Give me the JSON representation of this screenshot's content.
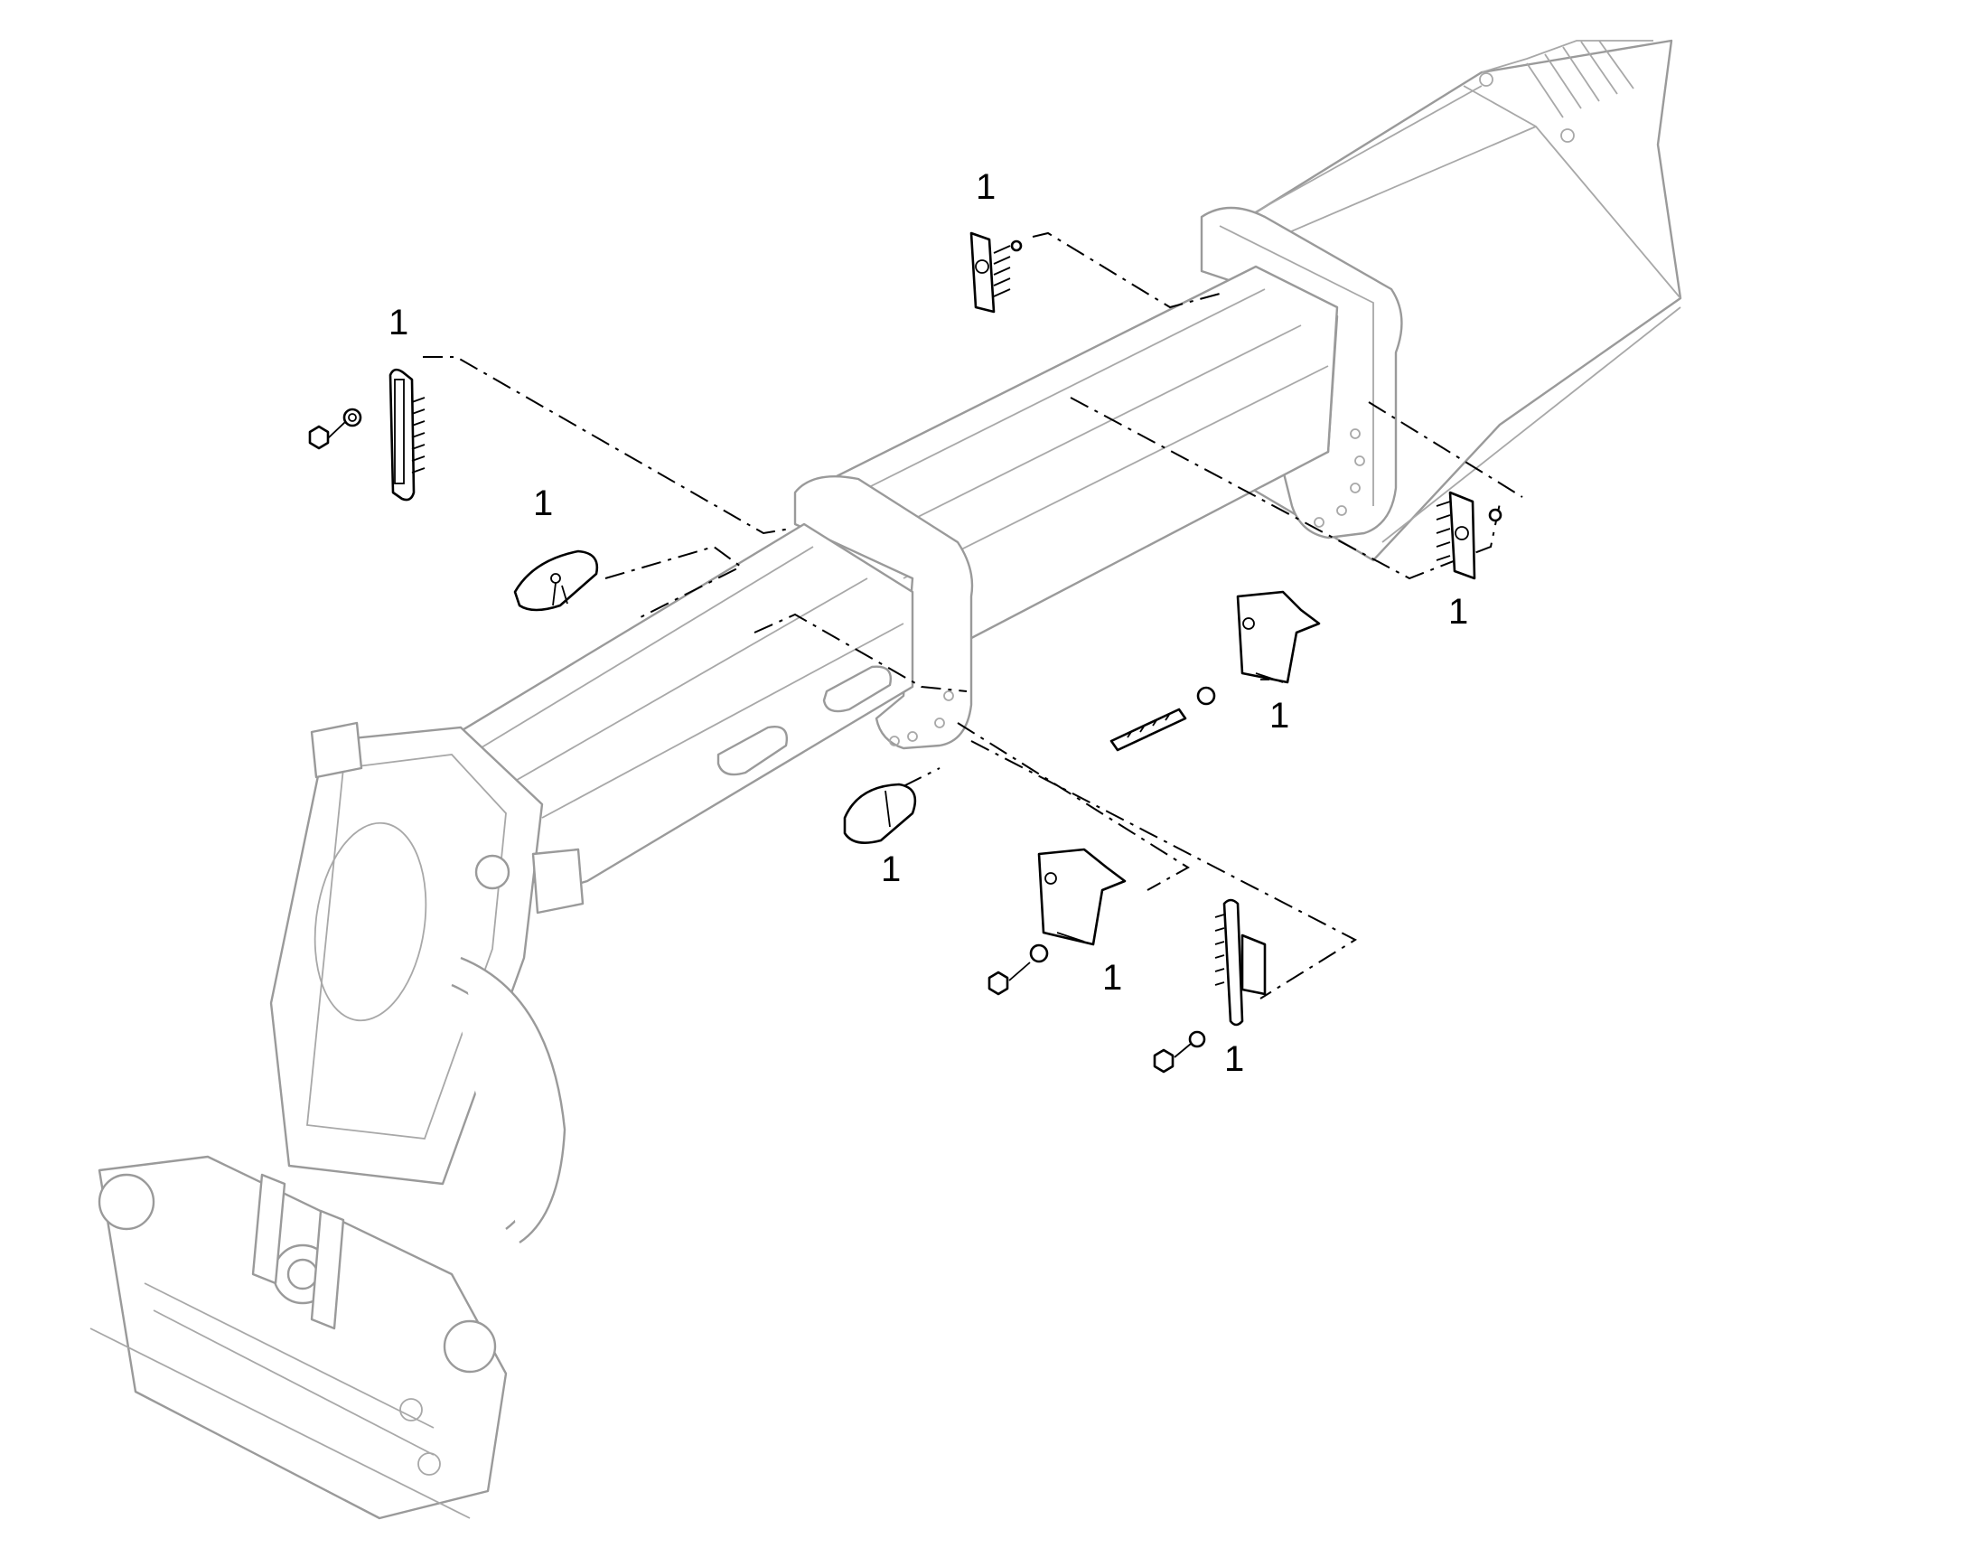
{
  "diagram": {
    "callouts": [
      {
        "id": "c1",
        "text": "1"
      },
      {
        "id": "c2",
        "text": "1"
      },
      {
        "id": "c3",
        "text": "1"
      },
      {
        "id": "c4",
        "text": "1"
      },
      {
        "id": "c5",
        "text": "1"
      },
      {
        "id": "c6",
        "text": "1"
      },
      {
        "id": "c7",
        "text": "1"
      },
      {
        "id": "c8",
        "text": "1"
      }
    ]
  },
  "colors": {
    "drawing": "#000000",
    "ghost": "#9a9a9a",
    "background": "#ffffff"
  }
}
